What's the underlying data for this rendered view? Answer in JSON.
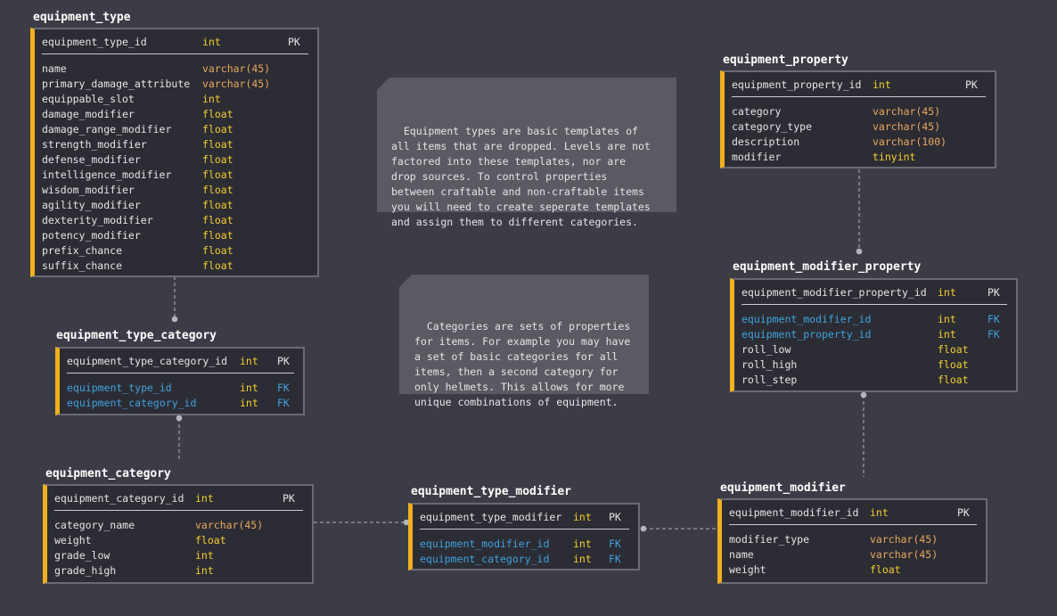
{
  "tables": {
    "equipment_type": {
      "title": "equipment_type",
      "pk": {
        "name": "equipment_type_id",
        "type": "int",
        "key": "PK"
      },
      "columns": [
        {
          "name": "name",
          "type": "varchar(45)"
        },
        {
          "name": "primary_damage_attribute",
          "type": "varchar(45)"
        },
        {
          "name": "equippable_slot",
          "type": "int"
        },
        {
          "name": "damage_modifier",
          "type": "float"
        },
        {
          "name": "damage_range_modifier",
          "type": "float"
        },
        {
          "name": "strength_modifier",
          "type": "float"
        },
        {
          "name": "defense_modifier",
          "type": "float"
        },
        {
          "name": "intelligence_modifier",
          "type": "float"
        },
        {
          "name": "wisdom_modifier",
          "type": "float"
        },
        {
          "name": "agility_modifier",
          "type": "float"
        },
        {
          "name": "dexterity_modifier",
          "type": "float"
        },
        {
          "name": "potency_modifier",
          "type": "float"
        },
        {
          "name": "prefix_chance",
          "type": "float"
        },
        {
          "name": "suffix_chance",
          "type": "float"
        }
      ]
    },
    "equipment_type_category": {
      "title": "equipment_type_category",
      "pk": {
        "name": "equipment_type_category_id",
        "type": "int",
        "key": "PK"
      },
      "columns": [
        {
          "name": "equipment_type_id",
          "type": "int",
          "key": "FK"
        },
        {
          "name": "equipment_category_id",
          "type": "int",
          "key": "FK"
        }
      ]
    },
    "equipment_category": {
      "title": "equipment_category",
      "pk": {
        "name": "equipment_category_id",
        "type": "int",
        "key": "PK"
      },
      "columns": [
        {
          "name": "category_name",
          "type": "varchar(45)"
        },
        {
          "name": "weight",
          "type": "float"
        },
        {
          "name": "grade_low",
          "type": "int"
        },
        {
          "name": "grade_high",
          "type": "int"
        }
      ]
    },
    "equipment_type_modifier": {
      "title": "equipment_type_modifier",
      "pk": {
        "name": "equipment_type_modifier",
        "type": "int",
        "key": "PK"
      },
      "columns": [
        {
          "name": "equipment_modifier_id",
          "type": "int",
          "key": "FK"
        },
        {
          "name": "equipment_category_id",
          "type": "int",
          "key": "FK"
        }
      ]
    },
    "equipment_property": {
      "title": "equipment_property",
      "pk": {
        "name": "equipment_property_id",
        "type": "int",
        "key": "PK"
      },
      "columns": [
        {
          "name": "category",
          "type": "varchar(45)"
        },
        {
          "name": "category_type",
          "type": "varchar(45)"
        },
        {
          "name": "description",
          "type": "varchar(100)"
        },
        {
          "name": "modifier",
          "type": "tinyint"
        }
      ]
    },
    "equipment_modifier_property": {
      "title": "equipment_modifier_property",
      "pk": {
        "name": "equipment_modifier_property_id",
        "type": "int",
        "key": "PK"
      },
      "columns": [
        {
          "name": "equipment_modifier_id",
          "type": "int",
          "key": "FK"
        },
        {
          "name": "equipment_property_id",
          "type": "int",
          "key": "FK"
        },
        {
          "name": "roll_low",
          "type": "float"
        },
        {
          "name": "roll_high",
          "type": "float"
        },
        {
          "name": "roll_step",
          "type": "float"
        }
      ]
    },
    "equipment_modifier": {
      "title": "equipment_modifier",
      "pk": {
        "name": "equipment_modifier_id",
        "type": "int",
        "key": "PK"
      },
      "columns": [
        {
          "name": "modifier_type",
          "type": "varchar(45)"
        },
        {
          "name": "name",
          "type": "varchar(45)"
        },
        {
          "name": "weight",
          "type": "float"
        }
      ]
    }
  },
  "notes": {
    "types_note": "Equipment types are basic templates of\nall items that are dropped. Levels are not\nfactored into these templates, nor are\ndrop sources. To control properties\nbetween craftable and non-craftable items\nyou will need to create seperate templates\nand assign them to different categories.",
    "categories_note": "Categories are sets of properties\nfor items. For example you may have\na set of basic categories for all\nitems, then a second category for\nonly helmets. This allows for more\nunique combinations of equipment."
  },
  "colors": {
    "background": "#3c3c46",
    "accent": "#f2b01e",
    "fk": "#3ea3e0",
    "varchar": "#e9a95e",
    "numeric": "#f2cf2e"
  }
}
